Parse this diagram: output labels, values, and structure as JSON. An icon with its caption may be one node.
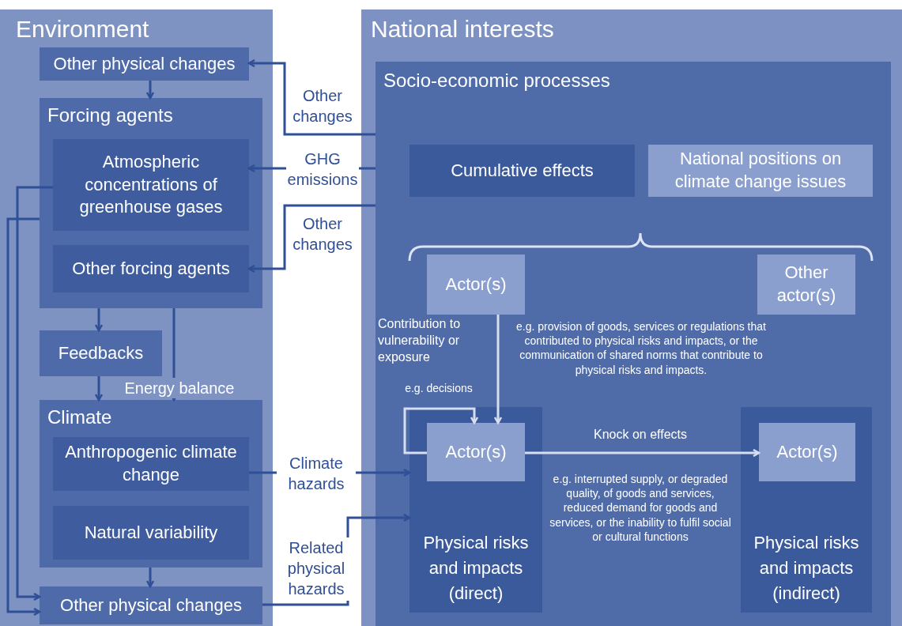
{
  "diagram": {
    "nodes": [
      {
        "text": [
          "Environment"
        ]
      },
      {
        "text": [
          "Other physical changes"
        ],
        "in": 0
      },
      {
        "text": [
          "Forcing agents"
        ],
        "in": 0
      },
      {
        "text": [
          "Atmospheric concentrations of greenhouse gases"
        ],
        "in": 2
      },
      {
        "text": [
          "Other forcing agents"
        ],
        "in": 2
      },
      {
        "text": [
          "Feedbacks"
        ],
        "in": 0
      },
      {
        "text": [
          "Climate"
        ],
        "in": 0
      },
      {
        "text": [
          "Anthropogenic climate change"
        ],
        "in": 6
      },
      {
        "text": [
          "Natural variability"
        ],
        "in": 6
      },
      {
        "text": [
          "Other physical changes"
        ],
        "in": 0
      },
      {
        "text": [
          "National interests"
        ]
      },
      {
        "text": [
          "Socio-economic processes"
        ],
        "in": 10
      },
      {
        "text": [
          "Cumulative effects"
        ],
        "in": 11
      },
      {
        "text": [
          "National positions on climate change issues"
        ],
        "in": 11
      },
      {
        "text": [
          "Actor(s)"
        ],
        "in": 11
      },
      {
        "text": [
          "Other actor(s)"
        ],
        "in": 11
      },
      {
        "text": [
          "Physical risks and impacts (direct)"
        ],
        "in": 11
      },
      {
        "text": [
          "Actor(s)"
        ],
        "in": 16
      },
      {
        "text": [
          "Physical risks and impacts (indirect)"
        ],
        "in": 11
      },
      {
        "text": [
          "Actor(s)"
        ],
        "in": 18
      }
    ],
    "edges": [
      {
        "from": 11,
        "to": 1,
        "arrow": "to",
        "label": "Other changes"
      },
      {
        "from": 11,
        "to": 3,
        "arrow": "to",
        "label": "GHG emissions"
      },
      {
        "from": 11,
        "to": 4,
        "arrow": "to",
        "label": "Other changes"
      },
      {
        "from": 1,
        "to": 2,
        "arrow": "to"
      },
      {
        "from": 2,
        "to": 5,
        "arrow": "to"
      },
      {
        "from": 2,
        "to": 6,
        "arrow": "to",
        "label": "Energy balance"
      },
      {
        "from": 5,
        "to": 6,
        "arrow": "to"
      },
      {
        "from": 6,
        "to": 9,
        "arrow": "to"
      },
      {
        "from": 3,
        "to": 9,
        "arrow": "to"
      },
      {
        "from": 2,
        "to": 9,
        "arrow": "to"
      },
      {
        "from": 7,
        "to": 16,
        "arrow": "to",
        "label": "Climate hazards"
      },
      {
        "from": 9,
        "to": 16,
        "arrow": "to",
        "label": "Related physical hazards"
      },
      {
        "from": 14,
        "to": 17,
        "arrow": "to",
        "label": "e.g. provision of goods, services or regulations that contributed to physical risks and impacts, or the communication of shared norms that contribute to physical risks and impacts.",
        "color": "#d6deef"
      },
      {
        "from": 17,
        "to": 17,
        "arrow": "to",
        "label": "e.g. decisions",
        "color": "#d6deef"
      },
      {
        "from": 17,
        "to": 19,
        "arrow": "to",
        "label": "Knock on effects",
        "color": "#d6deef"
      }
    ],
    "labels": [
      "Contribution to vulnerability or exposure",
      "e.g. interrupted supply, or degraded quality, of goods and services, reduced demand for goods and services, or the inability to fulfil social or cultural functions"
    ]
  }
}
